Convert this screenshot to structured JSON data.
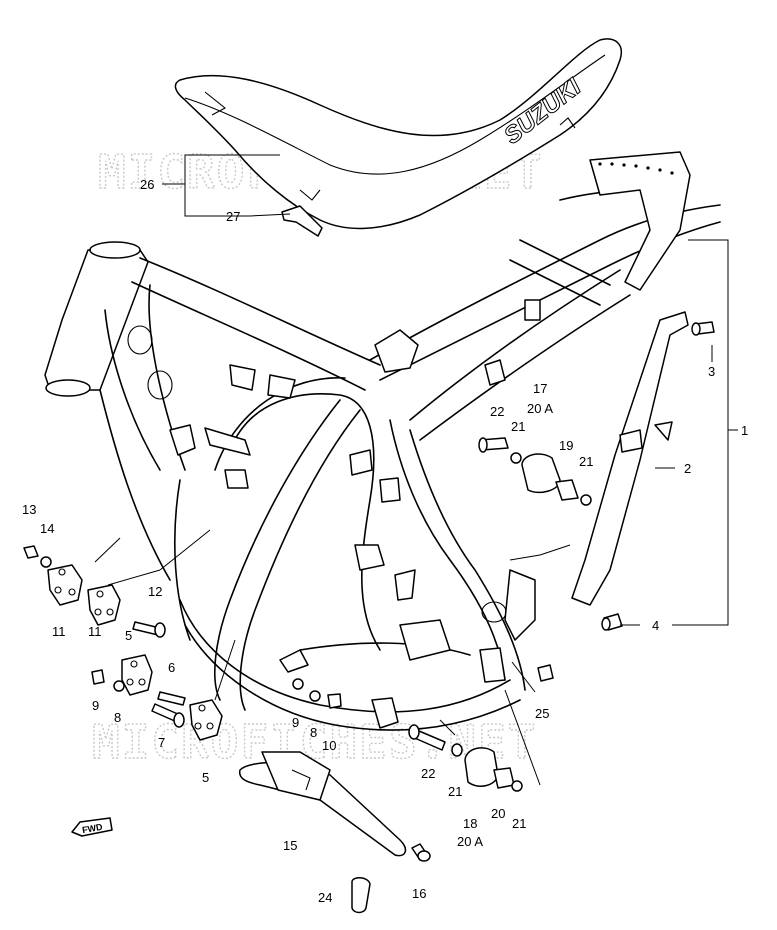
{
  "watermarks": [
    "MICROFICHES.NET",
    "MICROFICHES.NET"
  ],
  "seat_brand": "SUZUKI",
  "fwd_label": "FWD",
  "callouts": [
    "1",
    "2",
    "3",
    "4",
    "5",
    "5",
    "6",
    "7",
    "8",
    "8",
    "9",
    "9",
    "10",
    "11",
    "11",
    "12",
    "13",
    "14",
    "15",
    "16",
    "17",
    "18",
    "19",
    "20",
    "20 A",
    "20 A",
    "21",
    "21",
    "21",
    "21",
    "22",
    "22",
    "24",
    "25",
    "26",
    "27"
  ]
}
